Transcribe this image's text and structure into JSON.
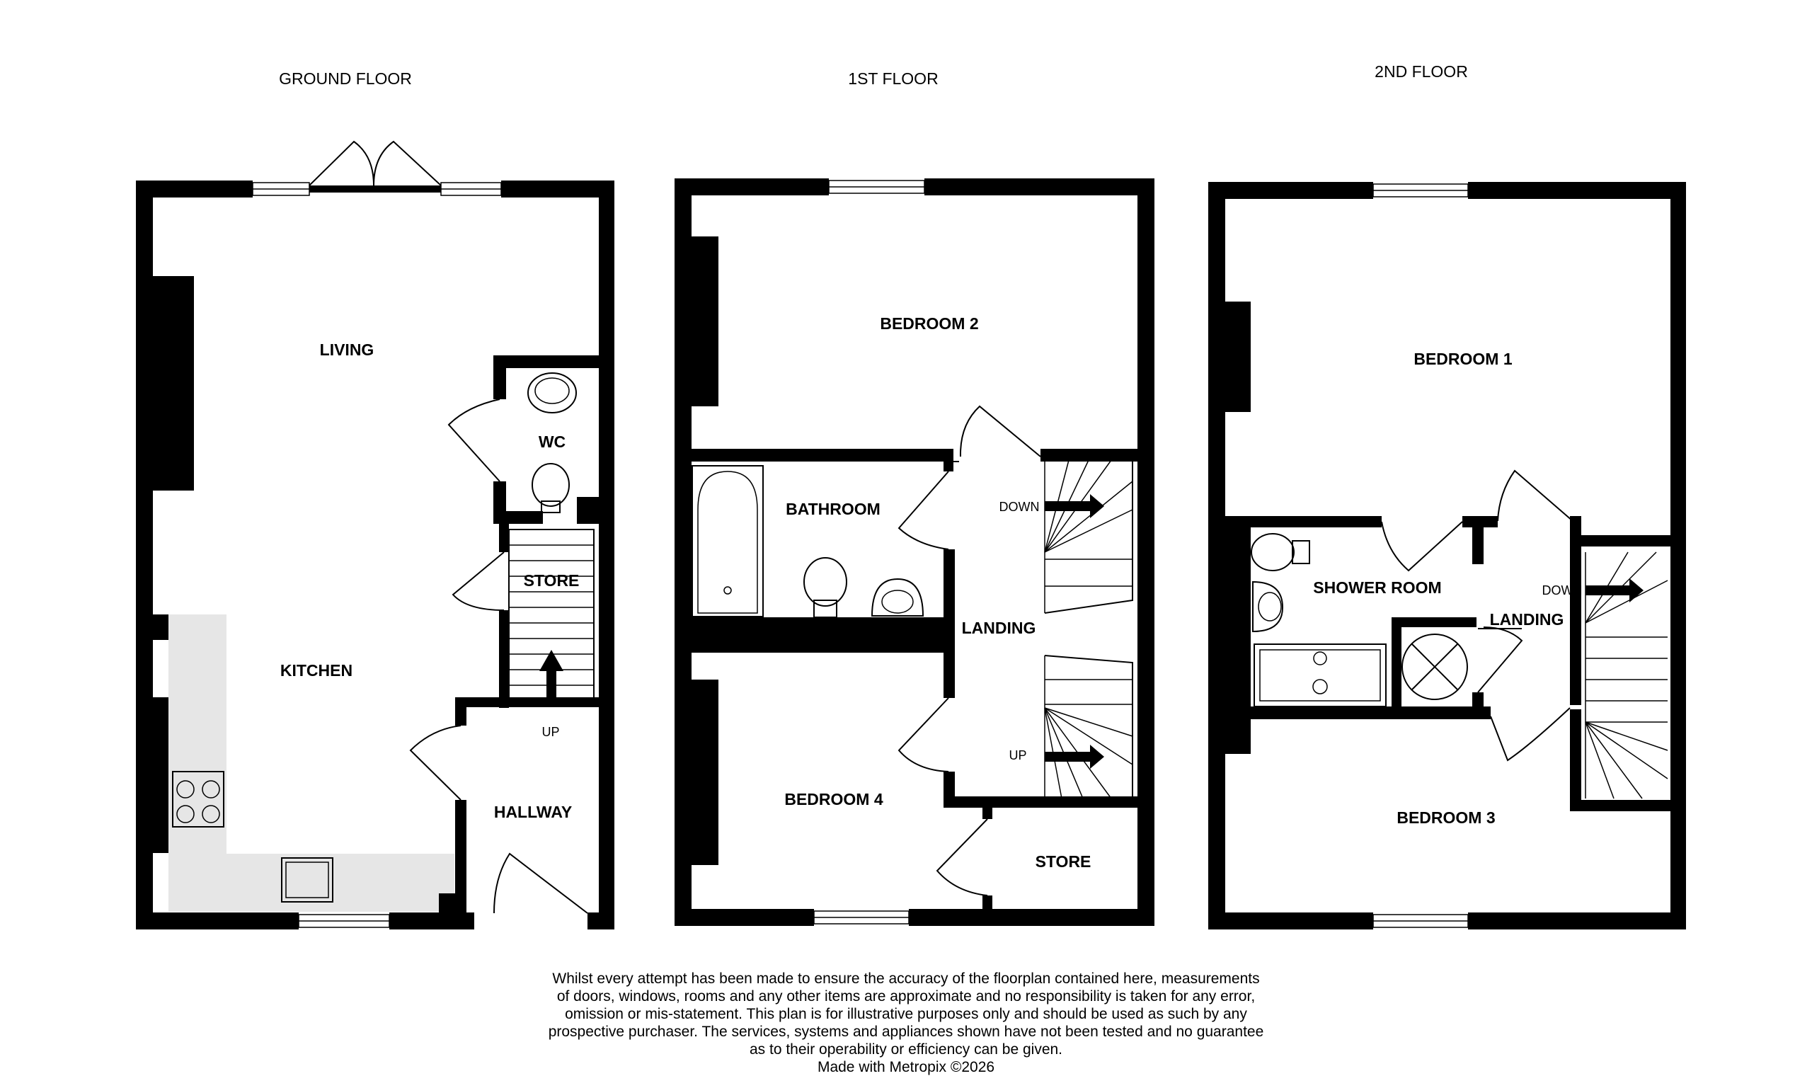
{
  "floors": {
    "ground": {
      "title": "GROUND FLOOR",
      "rooms": {
        "living": "LIVING",
        "wc": "WC",
        "store": "STORE",
        "kitchen": "KITCHEN",
        "hallway": "HALLWAY"
      },
      "stairs": {
        "up": "UP"
      }
    },
    "first": {
      "title": "1ST FLOOR",
      "rooms": {
        "bedroom2": "BEDROOM 2",
        "bathroom": "BATHROOM",
        "landing": "LANDING",
        "bedroom4": "BEDROOM 4",
        "store": "STORE"
      },
      "stairs": {
        "down": "DOWN",
        "up": "UP"
      }
    },
    "second": {
      "title": "2ND FLOOR",
      "rooms": {
        "bedroom1": "BEDROOM 1",
        "shower_room": "SHOWER ROOM",
        "landing": "LANDING",
        "bedroom3": "BEDROOM 3"
      },
      "stairs": {
        "down": "DOWN"
      }
    }
  },
  "disclaimer": {
    "lines": [
      "Whilst every attempt has been made to ensure the accuracy of the floorplan contained here, measurements",
      "of doors, windows, rooms and any other items are approximate and no responsibility is taken for any error,",
      "omission or mis-statement. This plan is for illustrative purposes only and should be used as such by any",
      "prospective purchaser. The services, systems and appliances shown have not been tested and no guarantee",
      "as to their operability or efficiency can be given."
    ],
    "credit": "Made with Metropix ©2026"
  },
  "colors": {
    "walls": "#000000",
    "worktop": "#e6e6e6",
    "background": "#ffffff"
  }
}
